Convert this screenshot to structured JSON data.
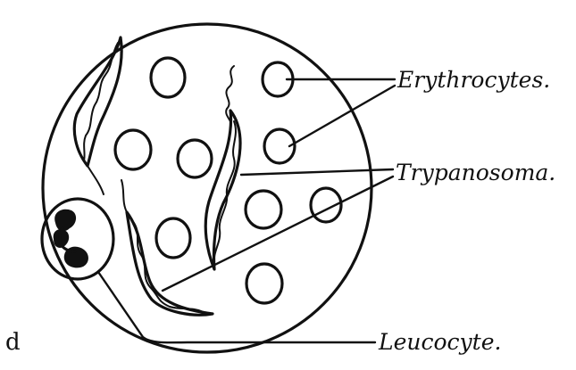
{
  "panel_letter": "d",
  "labels": {
    "erythrocytes": "Erythrocytes.",
    "trypanosoma": "Trypanosoma.",
    "leucocyte": "Leucocyte."
  },
  "colors": {
    "ink": "#111111",
    "background": "#ffffff"
  }
}
